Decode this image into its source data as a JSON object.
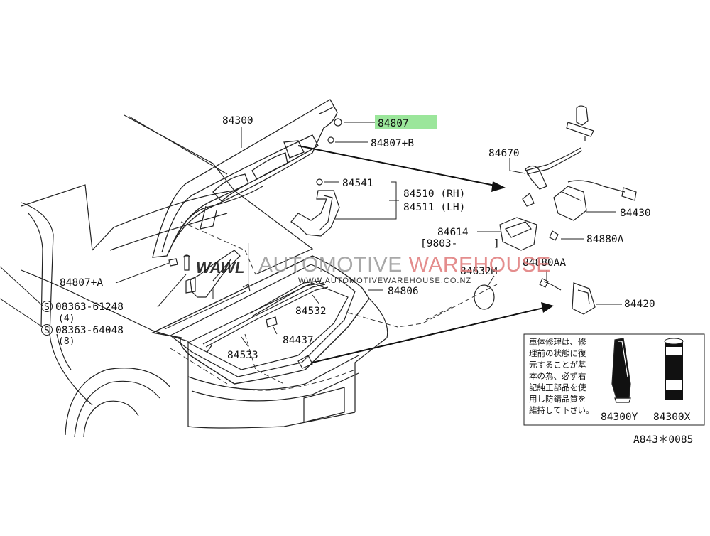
{
  "watermark": {
    "logo": "WAWL",
    "title_part1": "AUTOMOTIVE ",
    "title_part2": "WAREHOUSE",
    "url": "WWW.AUTOMOTIVEWAREHOUSE.CO.NZ",
    "colors": {
      "gray": "#9a9a9a",
      "red": "#e07a7a"
    }
  },
  "highlight_color": "#9be69b",
  "parts": {
    "p84300": "84300",
    "p84807": "84807",
    "p84807b": "84807+B",
    "p84541": "84541",
    "p84510": "84510 (RH)",
    "p84511": "84511 (LH)",
    "p84670": "84670",
    "p84430": "84430",
    "p84614": "84614",
    "p84614_note_open": "[9803-",
    "p84614_note_close": "]",
    "p84880a": "84880A",
    "p84880aa": "84880AA",
    "p84632m": "84632M",
    "p84807a": "84807+A",
    "p84806": "84806",
    "p84420": "84420",
    "p08363_61248": "08363-61248",
    "p08363_61248_qty": "(4)",
    "p08363_64048": "08363-64048",
    "p08363_64048_qty": "(8)",
    "p84532": "84532",
    "p84437": "84437",
    "p84533": "84533",
    "p84300y": "84300Y",
    "p84300x": "84300X",
    "s_mark": "S"
  },
  "notice_lines": [
    "車体修理は、修",
    "理前の状態に復",
    "元することが基",
    "本の為、必ず右",
    "記純正部品を使",
    "用し防錆品質を",
    "維持して下さい。"
  ],
  "diagram_code": "A843＊0085"
}
